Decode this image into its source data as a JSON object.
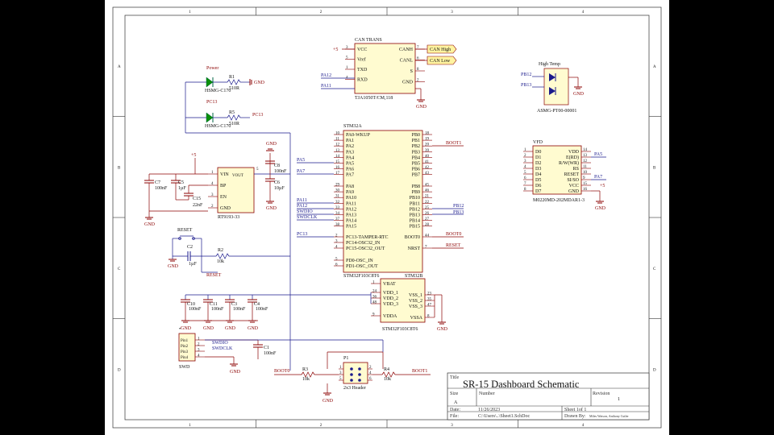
{
  "border": {
    "cols": [
      "1",
      "2",
      "3",
      "4"
    ],
    "rows": [
      "A",
      "B",
      "C",
      "D"
    ]
  },
  "can": {
    "title": "CAN TRANS",
    "part": "TJA1050T/CM,118",
    "pins_left": [
      "VCC",
      "Vref",
      "TXD",
      "RXD"
    ],
    "pins_right": [
      "CANH",
      "CANL",
      "S",
      "GND"
    ],
    "left_nums": [
      "3",
      "5",
      "1",
      "4"
    ],
    "right_nums": [
      "7",
      "6",
      "8",
      "2"
    ],
    "out_high": "CAN High",
    "out_low": "CAN Low",
    "net_pa12": "PA12",
    "net_pa11": "PA11",
    "plus5": "+5"
  },
  "leds": {
    "power": "Power",
    "pc13": "PC13",
    "r1": "R1",
    "r1v": "510R",
    "r5": "R5",
    "r5v": "510R",
    "led": "HSMG-C170",
    "gnd": "GND",
    "net_pc13": "PC13"
  },
  "hightemp": {
    "title": "High Temp",
    "part": "ASMG-PT00-00001",
    "net1": "PB12",
    "net2": "PB13",
    "gnd": "GND"
  },
  "mcu": {
    "name_a": "STM32A",
    "name_b": "STM32B",
    "part": "STM32F103C8T6",
    "left": [
      "PA0-WKUP",
      "PA1",
      "PA2",
      "PA3",
      "PA4",
      "PA5",
      "PA6",
      "PA7",
      "PA8",
      "PA9",
      "PA10",
      "PA11",
      "PA12",
      "PA13",
      "PA14",
      "PA15",
      "PC13-TAMPER-RTC",
      "PC14-OSC32_IN",
      "PC15-OSC32_OUT",
      "PD0-OSC_IN",
      "PD1-OSC_OUT"
    ],
    "left_nums": [
      "10",
      "11",
      "12",
      "13",
      "14",
      "15",
      "16",
      "17",
      "29",
      "30",
      "31",
      "32",
      "33",
      "34",
      "37",
      "38",
      "2",
      "3",
      "4",
      "5",
      "6"
    ],
    "right": [
      "PB0",
      "PB1",
      "PB2",
      "PB3",
      "PB4",
      "PB5",
      "PB6",
      "PB7",
      "PB8",
      "PB9",
      "PB10",
      "PB11",
      "PB12",
      "PB13",
      "PB14",
      "PB15",
      "BOOT0",
      "NRST"
    ],
    "right_nums": [
      "18",
      "19",
      "20",
      "39",
      "40",
      "41",
      "42",
      "43",
      "45",
      "46",
      "21",
      "22",
      "25",
      "26",
      "27",
      "28",
      "44",
      "7"
    ],
    "pwr_left": [
      "VBAT",
      "VDD_1",
      "VDD_2",
      "VDD_3",
      "VDDA"
    ],
    "pwr_left_nums": [
      "1",
      "24",
      "36",
      "48",
      "9"
    ],
    "pwr_right": [
      "VSS_1",
      "VSS_2",
      "VSS_3",
      "VSSA"
    ],
    "pwr_right_nums": [
      "23",
      "35",
      "47",
      "8"
    ],
    "part_b": "STM32F103C8T6"
  },
  "nets": {
    "boot1": "BOOT1",
    "pb12": "PB12",
    "pb13": "PB13",
    "boot0": "BOOT0",
    "reset": "RESET",
    "pa5": "PA5",
    "pa7": "PA7",
    "pa11": "PA11",
    "pa12": "PA12",
    "swdio": "SWDIO",
    "swdclk": "SWDCLK",
    "pc13": "PC13"
  },
  "vfd": {
    "title": "VFD",
    "part": "M0220MD-202MDAR1-3",
    "left": [
      "D0",
      "D1",
      "D2",
      "D3",
      "D4",
      "D5",
      "D6",
      "D7"
    ],
    "left_nums": [
      "1",
      "2",
      "3",
      "4",
      "5",
      "6",
      "7",
      "8"
    ],
    "right": [
      "VDD",
      "E(RD)",
      "R/W(WR)",
      "RS",
      "RESET",
      "SI/SO",
      "VCC",
      "GND"
    ],
    "right_nums": [
      "14",
      "13",
      "12",
      "11",
      "10",
      "9",
      "15",
      "16"
    ],
    "net_pa5": "PA5",
    "net_pa7": "PA7",
    "plus5": "+5",
    "gnd": "GND"
  },
  "reg": {
    "part": "RT9193-33",
    "pins": [
      "VIN",
      "BP",
      "EN",
      "GND"
    ],
    "pin_nums": [
      "1",
      "4",
      "3",
      "2"
    ],
    "vout": "VOUT",
    "vout_num": "5",
    "c7": "C7",
    "c7v": "100nF",
    "c5": "C5",
    "c5v": "1µF",
    "c15": "C15",
    "c15v": "22nF",
    "c8": "C8",
    "c8v": "100nF",
    "c6": "C6",
    "c6v": "10µF",
    "plus5": "+5",
    "gnd": "GND"
  },
  "reset": {
    "label": "RESET",
    "c2": "C2",
    "c2v": "1µF",
    "r2": "R2",
    "r2v": "10k",
    "net": "RESET",
    "gnd": "GND"
  },
  "decoup": {
    "caps": [
      "C10",
      "C11",
      "C3",
      "C4"
    ],
    "vals": [
      "100nF",
      "100nF",
      "100nF",
      "100nF"
    ],
    "gnd": "GND"
  },
  "swd": {
    "label": "SWD",
    "pins": [
      "Pin1",
      "Pin2",
      "Pin3",
      "Pin4"
    ],
    "nums": [
      "1",
      "2",
      "3",
      "4"
    ],
    "n_swdio": "SWDIO",
    "n_swdclk": "SWDCLK",
    "c1": "C1",
    "c1v": "100nF",
    "gnd": "GND"
  },
  "boot": {
    "p1": "P1",
    "header": "2x3 Header",
    "r3": "R3",
    "r3v": "10k",
    "r4": "R4",
    "r4v": "10k",
    "boot0": "BOOT0",
    "boot1": "BOOT1",
    "gnd": "GND",
    "nums_l": [
      "1",
      "3",
      "5"
    ],
    "nums_r": [
      "2",
      "4",
      "6"
    ]
  },
  "titleblock": {
    "title_label": "Title",
    "title": "SR-15 Dashboard Schematic",
    "size_label": "Size",
    "size": "A",
    "number_label": "Number",
    "revision_label": "Revision",
    "revision": "1",
    "date_label": "Date:",
    "date": "11/26/2023",
    "sheet": "Sheet 1of 1",
    "file_label": "File:",
    "file": "C:\\Users\\..\\Sheet1.SchDoc",
    "drawn_label": "Drawn By:",
    "drawn": "Miles Watson, Anthony Cutler"
  }
}
